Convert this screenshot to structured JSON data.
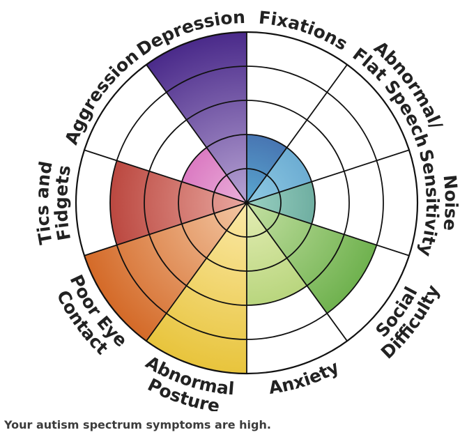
{
  "chart_data": {
    "type": "polar-area",
    "max_level": 5,
    "categories": [
      {
        "lines": [
          "Fixations"
        ],
        "value": 2,
        "colors": [
          "#2d2a86",
          "#5aa8d0"
        ]
      },
      {
        "lines": [
          "Abnormal/",
          "Flat Speech"
        ],
        "value": 2,
        "colors": [
          "#3a7fb8",
          "#8fcbe4"
        ]
      },
      {
        "lines": [
          "Noise",
          "Sensitivity"
        ],
        "value": 2,
        "colors": [
          "#2f7a70",
          "#9ad1c2"
        ]
      },
      {
        "lines": [
          "Social",
          "Difficulty"
        ],
        "value": 4,
        "colors": [
          "#5aa63a",
          "#c4e0a2"
        ]
      },
      {
        "lines": [
          "Anxiety"
        ],
        "value": 3,
        "colors": [
          "#9cc65a",
          "#e4edb4"
        ]
      },
      {
        "lines": [
          "Abnormal",
          "Posture"
        ],
        "value": 5,
        "colors": [
          "#e8c43c",
          "#fbe9a8"
        ]
      },
      {
        "lines": [
          "Poor Eye",
          "Contact"
        ],
        "value": 5,
        "colors": [
          "#d46a28",
          "#f3c7a4"
        ]
      },
      {
        "lines": [
          "Tics and",
          "Fidgets"
        ],
        "value": 4,
        "colors": [
          "#b03028",
          "#e9a8a0"
        ]
      },
      {
        "lines": [
          "Aggression"
        ],
        "value": 2,
        "colors": [
          "#c42a9e",
          "#eab0da"
        ]
      },
      {
        "lines": [
          "Depression"
        ],
        "value": 5,
        "colors": [
          "#4a2a8a",
          "#b8a4d4"
        ]
      }
    ]
  },
  "result": {
    "text": "Your autism spectrum symptoms are high."
  }
}
